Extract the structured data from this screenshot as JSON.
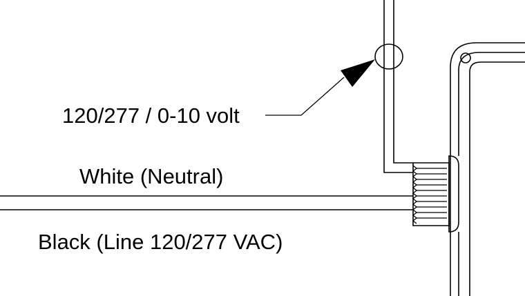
{
  "labels": {
    "control_wire": "120/277 / 0-10 volt",
    "white_wire": "White (Neutral)",
    "black_wire": "Black (Line 120/277 VAC)"
  },
  "colors": {
    "line": "#000000",
    "background": "#ffffff"
  }
}
